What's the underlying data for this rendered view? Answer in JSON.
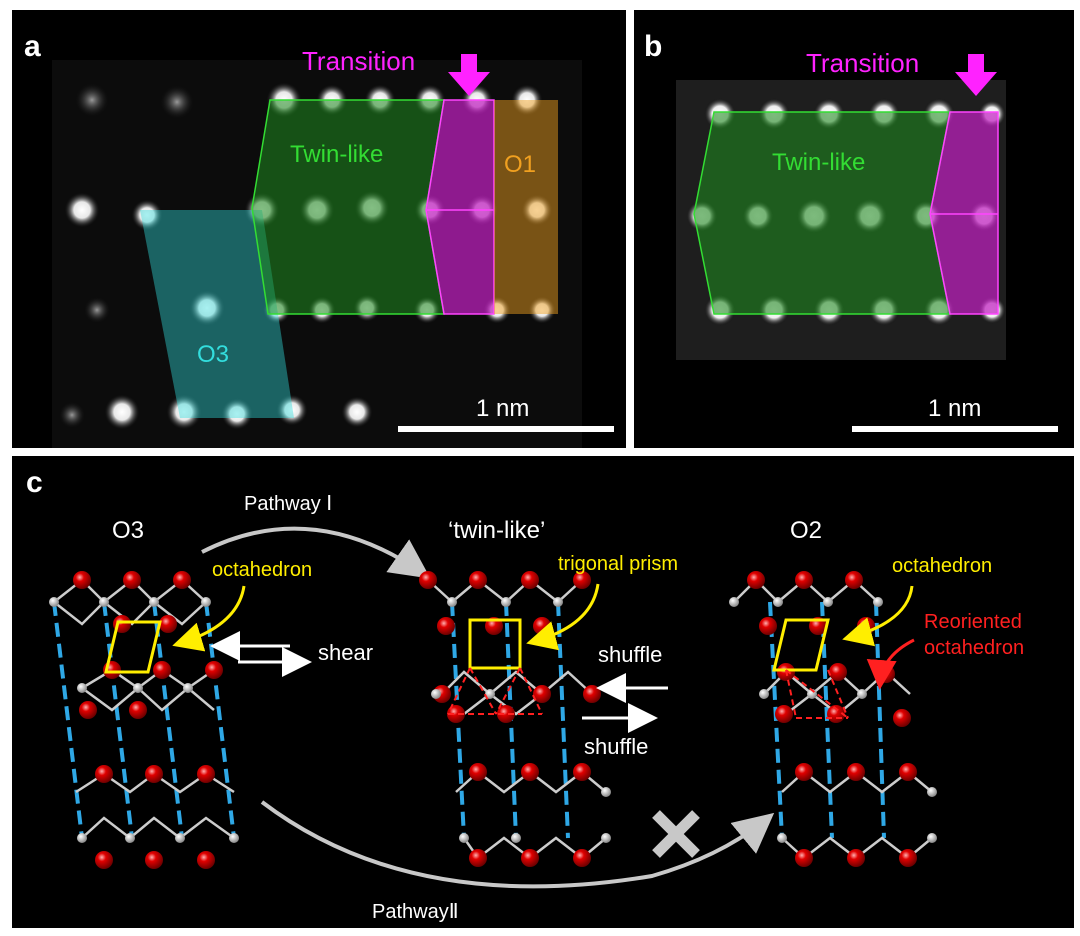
{
  "panel_a": {
    "letter": "a",
    "transition_label": "Transition",
    "twin_label": "Twin-like",
    "o1_label": "O1",
    "o3_label": "O3",
    "scale_label": "1 nm"
  },
  "panel_b": {
    "letter": "b",
    "transition_label": "Transition",
    "twin_label": "Twin-like",
    "scale_label": "1 nm"
  },
  "panel_c": {
    "letter": "c",
    "o3_title": "O3",
    "twin_title": "‘twin-like’",
    "o2_title": "O2",
    "pathway1": "Pathway Ⅰ",
    "pathway2": "PathwayⅡ",
    "octahedron_1": "octahedron",
    "trigonal_prism": "trigonal prism",
    "octahedron_2": "octahedron",
    "reoriented_1": "Reoriented",
    "reoriented_2": "octahedron",
    "shear": "shear",
    "shuffle_1": "shuffle",
    "shuffle_2": "shuffle"
  },
  "colors": {
    "transition": "#ff22ff",
    "twin": "#33dd33",
    "o1": "#f0a020",
    "o3": "#33dddd",
    "yellow": "#ffee00",
    "red_label": "#ff2020",
    "oxygen": "#dd0000",
    "bond": "#cccccc",
    "dash": "#2fa8e6"
  }
}
